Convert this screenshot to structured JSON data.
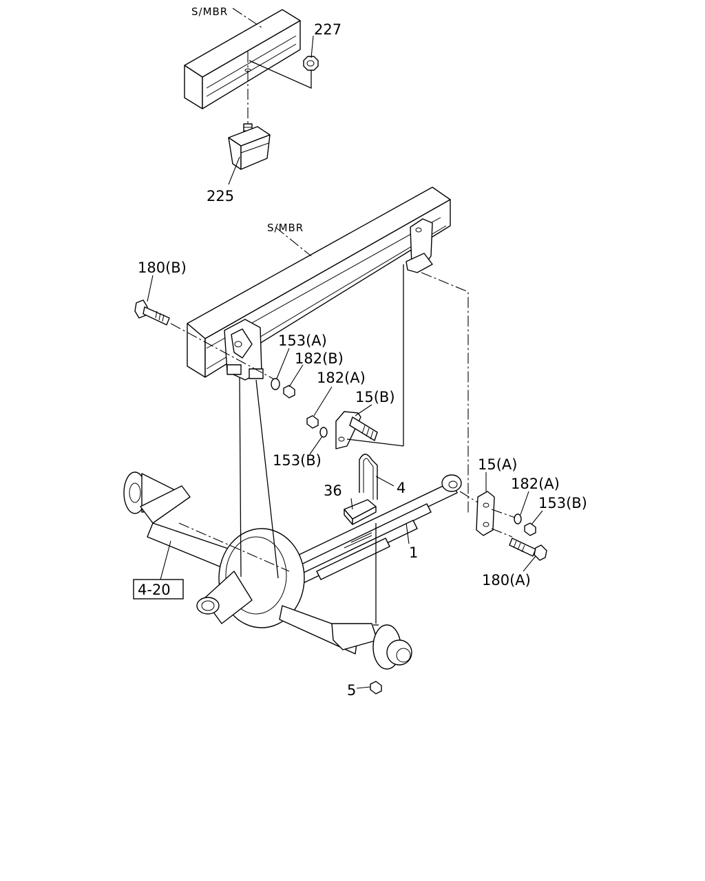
{
  "labels": {
    "smbr_top": "S/MBR",
    "p227": "227",
    "p225": "225",
    "smbr_main": "S/MBR",
    "p180b": "180(B)",
    "p153a": "153(A)",
    "p182b": "182(B)",
    "p182a_left": "182(A)",
    "p15b": "15(B)",
    "p153b_left": "153(B)",
    "p4": "4",
    "p36": "36",
    "p15a": "15(A)",
    "p182a_right": "182(A)",
    "p153b_right": "153(B)",
    "p1": "1",
    "p180a": "180(A)",
    "ref_4_20": "4-20",
    "p5": "5"
  }
}
